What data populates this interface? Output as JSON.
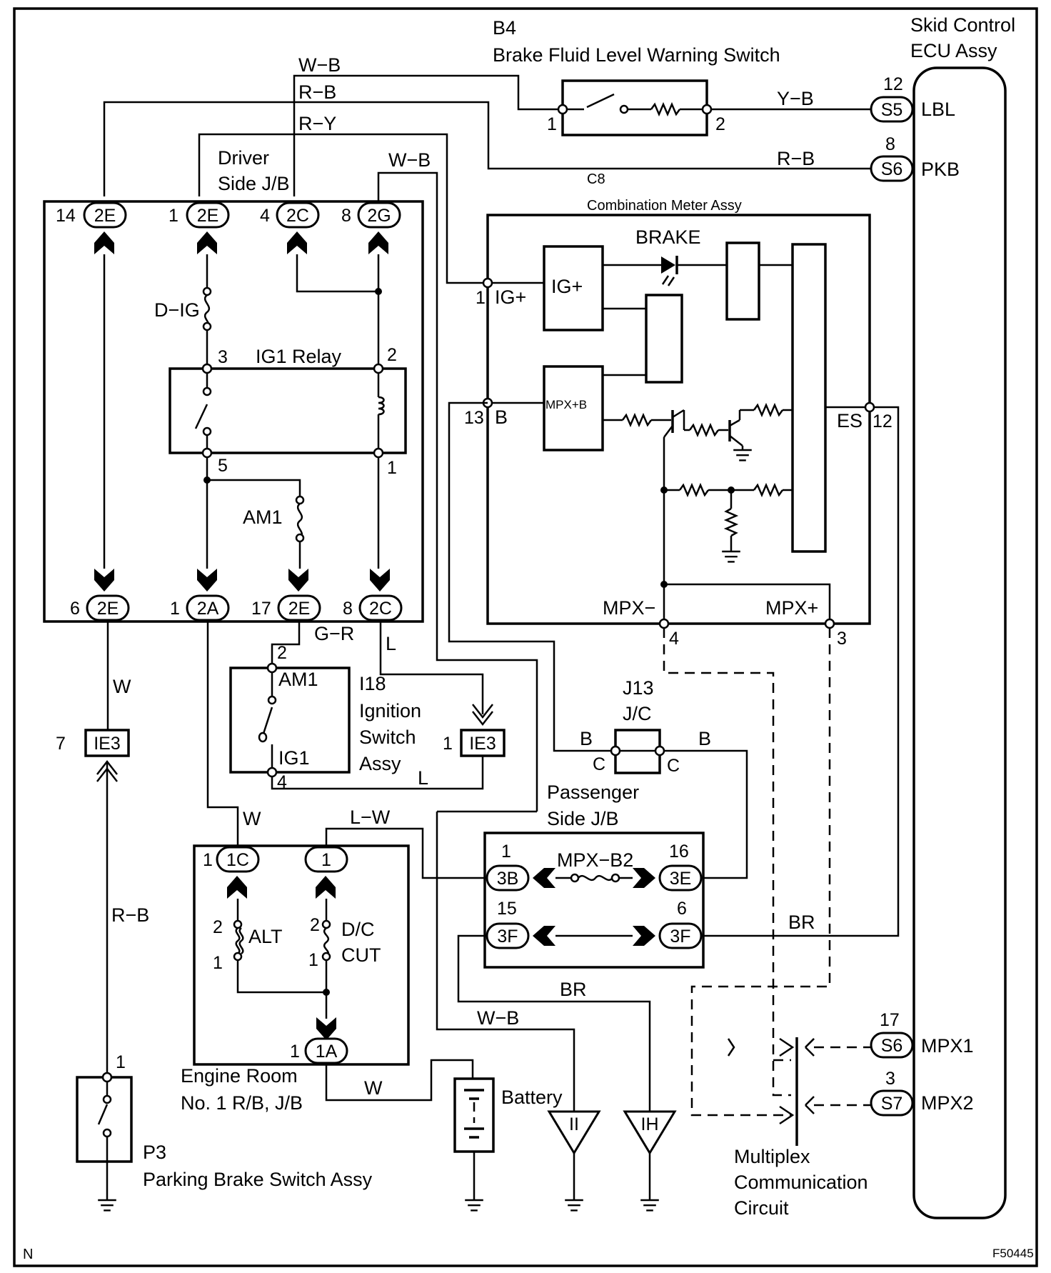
{
  "labels": {
    "b4_code": "B4",
    "b4_name": "Brake Fluid Level Warning Switch",
    "ecu_line1": "Skid Control",
    "ecu_line2": "ECU Assy",
    "djb_line1": "Driver",
    "djb_line2": "Side J/B",
    "c8_code": "C8",
    "c8_name": "Combination Meter Assy",
    "brake": "BRAKE",
    "ig_plus_block": "IG+",
    "mpxb_block": "MPX+B",
    "ig1_relay": "IG1 Relay",
    "d_ig": "D−IG",
    "am1_fuse": "AM1",
    "am1_sw": "AM1",
    "ig1_sw": "IG1",
    "i18_code": "I18",
    "i18_l1": "Ignition",
    "i18_l2": "Switch",
    "i18_l3": "Assy",
    "j13_code": "J13",
    "j13_name": "J/C",
    "pjb_line1": "Passenger",
    "pjb_line2": "Side J/B",
    "mpx_b2": "MPX−B2",
    "alt": "ALT",
    "dc": "D/C",
    "cut": "CUT",
    "er_line1": "Engine Room",
    "er_line2": "No. 1 R/B, J/B",
    "battery": "Battery",
    "p3_code": "P3",
    "p3_name": "Parking Brake Switch Assy",
    "mcc_l1": "Multiplex",
    "mcc_l2": "Communication",
    "mcc_l3": "Circuit",
    "figure_id": "F50445",
    "corner_n": "N"
  },
  "wire_colors": {
    "wb_top": "W−B",
    "rb_top": "R−B",
    "ry_top": "R−Y",
    "wb_mid": "W−B",
    "yb": "Y−B",
    "rb_pkb": "R−B",
    "gr": "G−R",
    "l1": "L",
    "l2": "L",
    "w1": "W",
    "w2": "W",
    "w3": "W",
    "rb_low": "R−B",
    "b1": "B",
    "b2": "B",
    "lw": "L−W",
    "br1": "BR",
    "br2": "BR",
    "wb_low": "W−B"
  },
  "connectors": {
    "djb_2e_14": "2E",
    "djb_2e_1": "2E",
    "djb_2c_4": "2C",
    "djb_2g_8": "2G",
    "djb_2e_6": "2E",
    "djb_2a_1": "2A",
    "djb_2e_17": "2E",
    "djb_2c_8": "2C",
    "ie3_left": "IE3",
    "ie3_right": "IE3",
    "s5": "S5",
    "s6_pkb": "S6",
    "s6_mpx": "S6",
    "s7": "S7",
    "p_3b": "3B",
    "p_3e": "3E",
    "p_3f_l": "3F",
    "p_3f_r": "3F",
    "er_1c": "1C",
    "er_1": "1",
    "er_1a": "1A",
    "gnd_ii": "II",
    "gnd_ih": "IH"
  },
  "pins": {
    "djb_t14": "14",
    "djb_t1": "1",
    "djb_t4": "4",
    "djb_t8": "8",
    "djb_b6": "6",
    "djb_b1": "1",
    "djb_b17": "17",
    "djb_b8": "8",
    "relay_3": "3",
    "relay_2": "2",
    "relay_5": "5",
    "relay_1": "1",
    "b4_1": "1",
    "b4_2": "2",
    "ecu_12": "12",
    "ecu_8": "8",
    "ecu_17": "17",
    "ecu_3": "3",
    "ecu_lbl": "LBL",
    "ecu_pkb": "PKB",
    "ecu_mpx1": "MPX1",
    "ecu_mpx2": "MPX2",
    "c8_1": "1",
    "c8_igp": "IG+",
    "c8_13": "13",
    "c8_b": "B",
    "c8_es": "ES",
    "c8_12": "12",
    "c8_mpxm": "MPX−",
    "c8_mpxp": "MPX+",
    "c8_4": "4",
    "c8_3": "3",
    "i18_2": "2",
    "i18_4": "4",
    "ie3_7": "7",
    "ie3_1": "1",
    "j13_c1": "C",
    "j13_c2": "C",
    "p_1": "1",
    "p_16": "16",
    "p_15": "15",
    "p_6": "6",
    "er_1c_pin": "1",
    "alt_2": "2",
    "alt_1": "1",
    "dc_2": "2",
    "dc_1": "1",
    "er_1a_pin": "1",
    "p3_1": "1"
  }
}
